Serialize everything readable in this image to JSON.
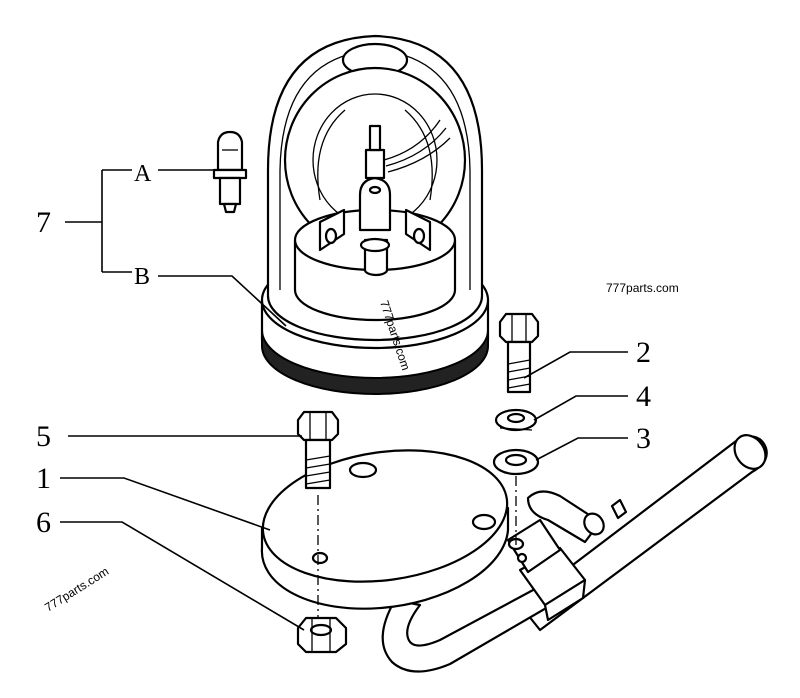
{
  "diagram": {
    "callouts": [
      {
        "id": "7",
        "label": "7"
      },
      {
        "id": "A",
        "label": "A"
      },
      {
        "id": "B",
        "label": "B"
      },
      {
        "id": "2",
        "label": "2"
      },
      {
        "id": "4",
        "label": "4"
      },
      {
        "id": "3",
        "label": "3"
      },
      {
        "id": "5",
        "label": "5"
      },
      {
        "id": "1",
        "label": "1"
      },
      {
        "id": "6",
        "label": "6"
      }
    ],
    "watermarks": [
      "777parts.com",
      "777parts.com",
      "777parts.com"
    ]
  }
}
